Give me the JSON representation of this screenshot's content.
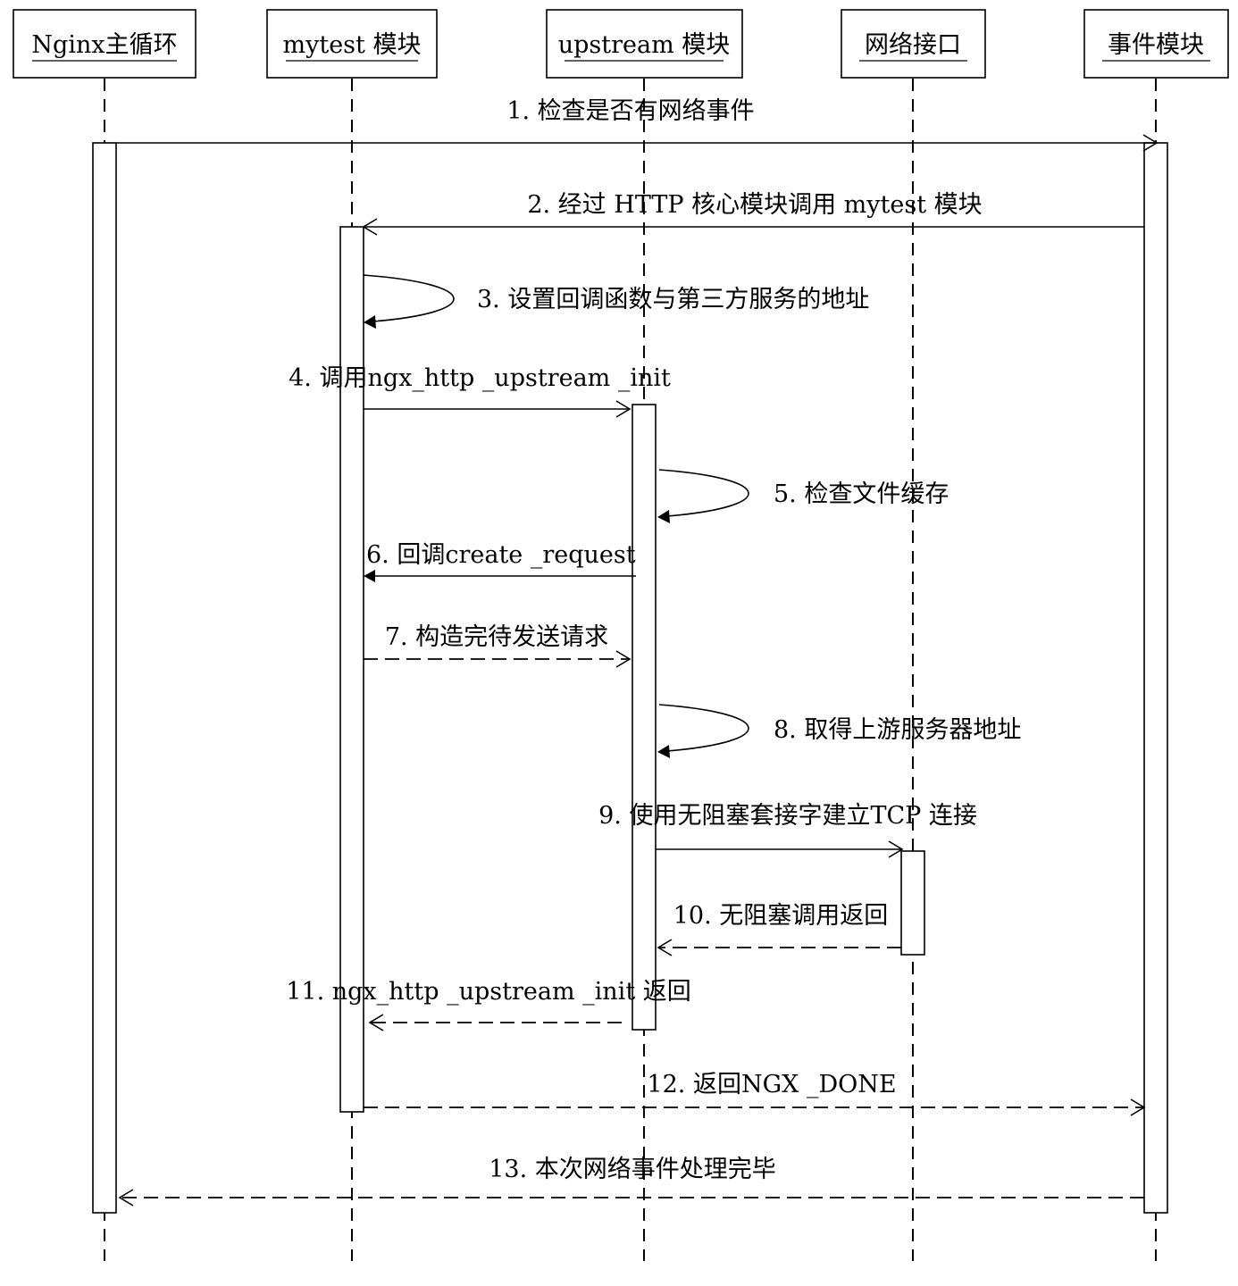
{
  "participants": [
    {
      "id": "nginx",
      "label": "Nginx主循环"
    },
    {
      "id": "mytest",
      "label": "mytest 模块"
    },
    {
      "id": "upstream",
      "label": "upstream 模块"
    },
    {
      "id": "net",
      "label": "网络接口"
    },
    {
      "id": "event",
      "label": "事件模块"
    }
  ],
  "messages": [
    {
      "n": 1,
      "text": "1. 检查是否有网络事件",
      "from": "nginx",
      "to": "event",
      "style": "solid"
    },
    {
      "n": 2,
      "text": "2. 经过 HTTP 核心模块调用 mytest 模块",
      "from": "event",
      "to": "mytest",
      "style": "solid"
    },
    {
      "n": 3,
      "text": "3. 设置回调函数与第三方服务的地址",
      "from": "mytest",
      "to": "mytest",
      "style": "self"
    },
    {
      "n": 4,
      "text": "4. 调用ngx_http _upstream _init",
      "from": "mytest",
      "to": "upstream",
      "style": "solid"
    },
    {
      "n": 5,
      "text": "5. 检查文件缓存",
      "from": "upstream",
      "to": "upstream",
      "style": "self"
    },
    {
      "n": 6,
      "text": "6. 回调create _request",
      "from": "upstream",
      "to": "mytest",
      "style": "solid-filled"
    },
    {
      "n": 7,
      "text": "7. 构造完待发送请求",
      "from": "mytest",
      "to": "upstream",
      "style": "dashed"
    },
    {
      "n": 8,
      "text": "8. 取得上游服务器地址",
      "from": "upstream",
      "to": "upstream",
      "style": "self"
    },
    {
      "n": 9,
      "text": "9. 使用无阻塞套接字建立TCP 连接",
      "from": "upstream",
      "to": "net",
      "style": "solid"
    },
    {
      "n": 10,
      "text": "10. 无阻塞调用返回",
      "from": "net",
      "to": "upstream",
      "style": "dashed"
    },
    {
      "n": 11,
      "text": "11. ngx_http _upstream _init 返回",
      "from": "upstream",
      "to": "mytest",
      "style": "dashed"
    },
    {
      "n": 12,
      "text": "12. 返回NGX _DONE",
      "from": "mytest",
      "to": "event",
      "style": "dashed"
    },
    {
      "n": 13,
      "text": "13. 本次网络事件处理完毕",
      "from": "event",
      "to": "nginx",
      "style": "dashed"
    }
  ]
}
